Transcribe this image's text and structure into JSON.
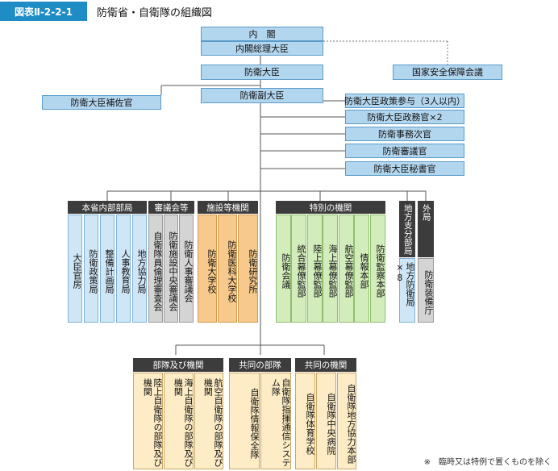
{
  "figure": {
    "label": "図表Ⅱ-2-2-1",
    "title": "防衛省・自衛隊の組織図"
  },
  "nodes": {
    "naikaku": "内　閣",
    "soridaijin": "内閣総理大臣",
    "anzenhosho": "国家安全保障会議",
    "boeidaijin": "防衛大臣",
    "hosakan": "防衛大臣補佐官",
    "fukudaijin": "防衛副大臣",
    "sanyo": "防衛大臣政策参与（3人以内）",
    "seimukan": "防衛大臣政務官×2",
    "jimujikan": "防衛事務次官",
    "shingikan": "防衛審議官",
    "hishokan": "防衛大臣秘書官"
  },
  "groups": {
    "naibu": {
      "header": "本省内部部局",
      "items": [
        "大臣官房",
        "防衛政策局",
        "整備計画局",
        "人事教育局",
        "地方協力局"
      ]
    },
    "shingikai": {
      "header": "審議会等",
      "items": [
        "自衛隊員倫理審査会",
        "防衛施設中央審議会",
        "防衛人事審議会"
      ]
    },
    "shisetsu": {
      "header": "施設等機関",
      "items": [
        "防衛大学校",
        "防衛医科大学校",
        "防衛研究所"
      ]
    },
    "tokubetsu": {
      "header": "特別の機関",
      "items": [
        "防衛会議",
        "統合幕僚監部",
        "陸上幕僚監部",
        "海上幕僚監部",
        "航空幕僚監部",
        "情報本部",
        "防衛監察本部"
      ]
    },
    "chiho": {
      "header": "地方支分部局",
      "items": [
        "地方防衛局×8"
      ]
    },
    "gaikyoku": {
      "header": "外局",
      "items": [
        "防衛装備庁"
      ]
    },
    "butai": {
      "header": "部隊及び機関",
      "items": [
        "陸上自衛隊の部隊及び機関",
        "海上自衛隊の部隊及び機関",
        "航空自衛隊の部隊及び機関"
      ]
    },
    "kyodo": {
      "header": "共同の部隊",
      "items": [
        "自衛隊情報保全隊",
        "自衛隊指揮通信システム隊"
      ]
    },
    "kikan": {
      "header": "共同の機関",
      "items": [
        "自衛隊体育学校",
        "自衛隊中央病院",
        "自衛隊地方協力本部"
      ]
    }
  },
  "note": "※　臨時又は特例で置くものを除く"
}
